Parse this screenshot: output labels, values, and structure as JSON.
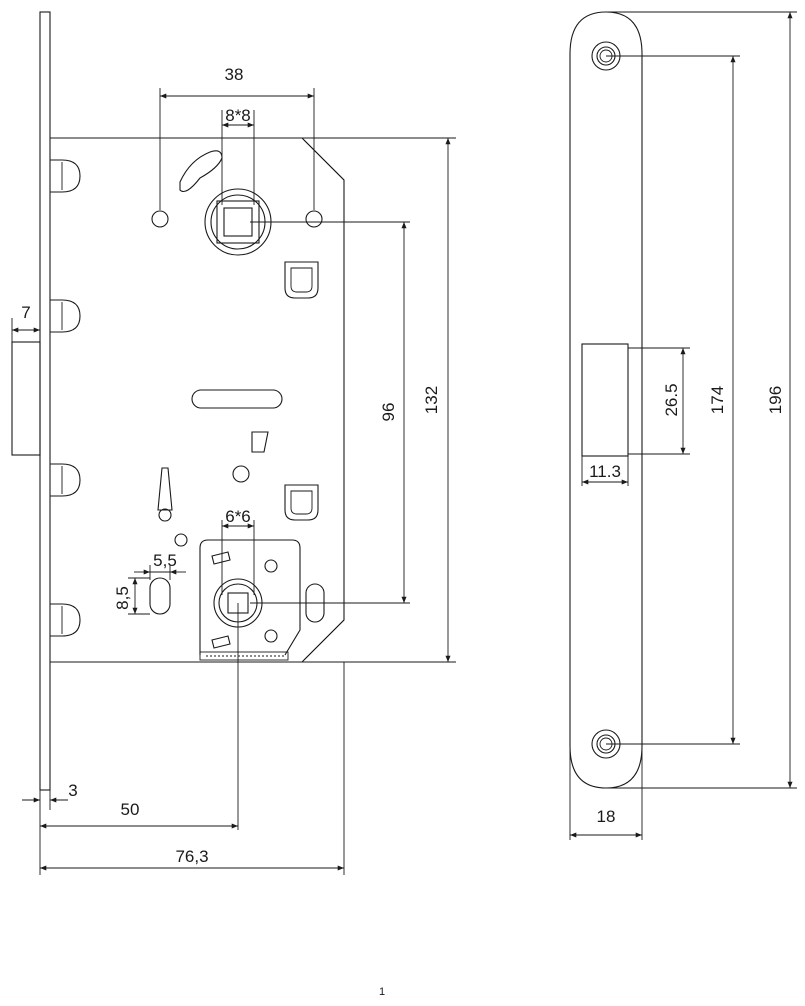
{
  "lock_body": {
    "dimensions": {
      "spindle_spacing": "38",
      "spindle_square": "8*8",
      "faceplate_offset": "7",
      "center_distance": "96",
      "case_height": "132",
      "turn_square": "6*6",
      "slot_width": "5,5",
      "slot_height": "8,5",
      "faceplate_thickness": "3",
      "backset": "50",
      "total_depth": "76,3"
    }
  },
  "strike_plate": {
    "dimensions": {
      "latch_opening_height": "26.5",
      "latch_opening_width": "11.3",
      "hole_spacing": "174",
      "plate_length": "196",
      "plate_width": "18"
    }
  },
  "page_number": "1"
}
